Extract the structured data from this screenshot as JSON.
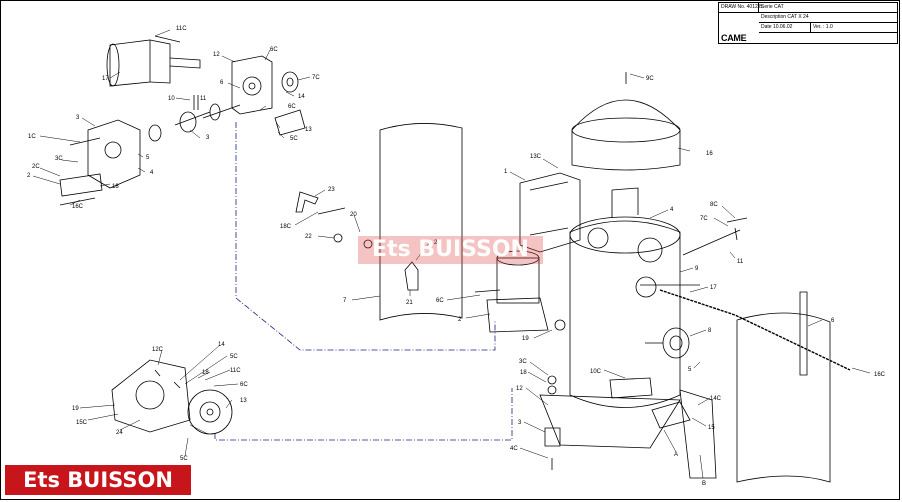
{
  "title_block": {
    "draw_no": "DRAW No. 4012/B",
    "serie": "Serie CAT",
    "description": "Description CAT X 24",
    "date": "Date 10.06.02",
    "version": "Ver. : 1.0",
    "brand": "CAME"
  },
  "watermark_top": "Ets BUISSON",
  "watermark_bottom": "Ets BUISSON",
  "labels": {
    "l11c": "11C",
    "l17": "17",
    "l12": "12",
    "l6c_top": "6C",
    "l7c_top": "7C",
    "l6_top": "6",
    "l14_top": "14",
    "l10": "10",
    "l11_top": "11",
    "l6c_mid": "6C",
    "l13_top": "13",
    "l5c_top": "5C",
    "l3_left": "3",
    "l1c": "1C",
    "l3c_left": "3C",
    "l2_left": "2",
    "l2c": "2C",
    "l18_left": "18",
    "l16c": "16C",
    "l4_left": "4",
    "l5_left": "5",
    "l3_a": "3",
    "l23": "23",
    "l18c": "18C",
    "l22": "22",
    "l20_a": "20",
    "l20_b": "20",
    "l21": "21",
    "l7_mid": "7",
    "l6c_center": "6C",
    "l2_center": "2",
    "l19_center": "19",
    "l9c": "9C",
    "l16_dome": "16",
    "l13c": "13C",
    "l1_center": "1",
    "l4_center": "4",
    "l8c": "8C",
    "l7c_right": "7C",
    "l11_right": "11",
    "l9": "9",
    "l17_right": "17",
    "l8": "8",
    "l6_right": "6",
    "l16c_right": "16C",
    "l5_right": "5",
    "l10c": "10C",
    "l3c_center": "3C",
    "l18_center": "18",
    "l12_center": "12",
    "l3_center": "3",
    "l4c": "4C",
    "l14c": "14C",
    "l15": "15",
    "lA": "A",
    "lB": "B",
    "l12c": "12C",
    "l14_bl": "14",
    "l5c_bl": "5C",
    "l18_bl": "18",
    "l11c_bl": "11C",
    "l6c_bl": "6C",
    "l19_bl": "19",
    "l15c": "15C",
    "l24": "24",
    "l13_bl": "13",
    "l5c_bot": "5C"
  }
}
